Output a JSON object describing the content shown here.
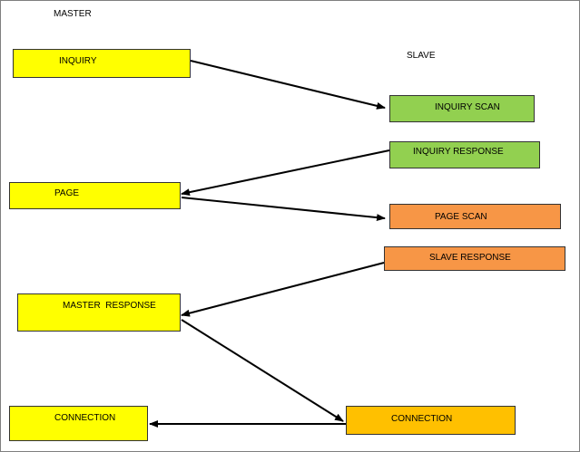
{
  "master_label": "MASTER",
  "slave_label": "SLAVE",
  "colors": {
    "master_box": "#ffff00",
    "slave_green": "#92d050",
    "slave_orange": "#f79646",
    "slave_gold": "#ffc000",
    "arrow": "#000000"
  },
  "nodes": {
    "inquiry": "INQUIRY",
    "page": "PAGE",
    "master_response": "MASTER  RESPONSE",
    "master_connection": "CONNECTION",
    "inquiry_scan": "INQUIRY SCAN",
    "inquiry_response": "INQUIRY RESPONSE",
    "page_scan": "PAGE SCAN",
    "slave_response": "SLAVE RESPONSE",
    "slave_connection": "CONNECTION"
  },
  "edges": [
    {
      "from": "inquiry",
      "to": "inquiry_scan"
    },
    {
      "from": "inquiry_response",
      "to": "page"
    },
    {
      "from": "page",
      "to": "page_scan"
    },
    {
      "from": "slave_response",
      "to": "master_response"
    },
    {
      "from": "master_response",
      "to": "slave_connection"
    },
    {
      "from": "slave_connection",
      "to": "master_connection"
    }
  ]
}
